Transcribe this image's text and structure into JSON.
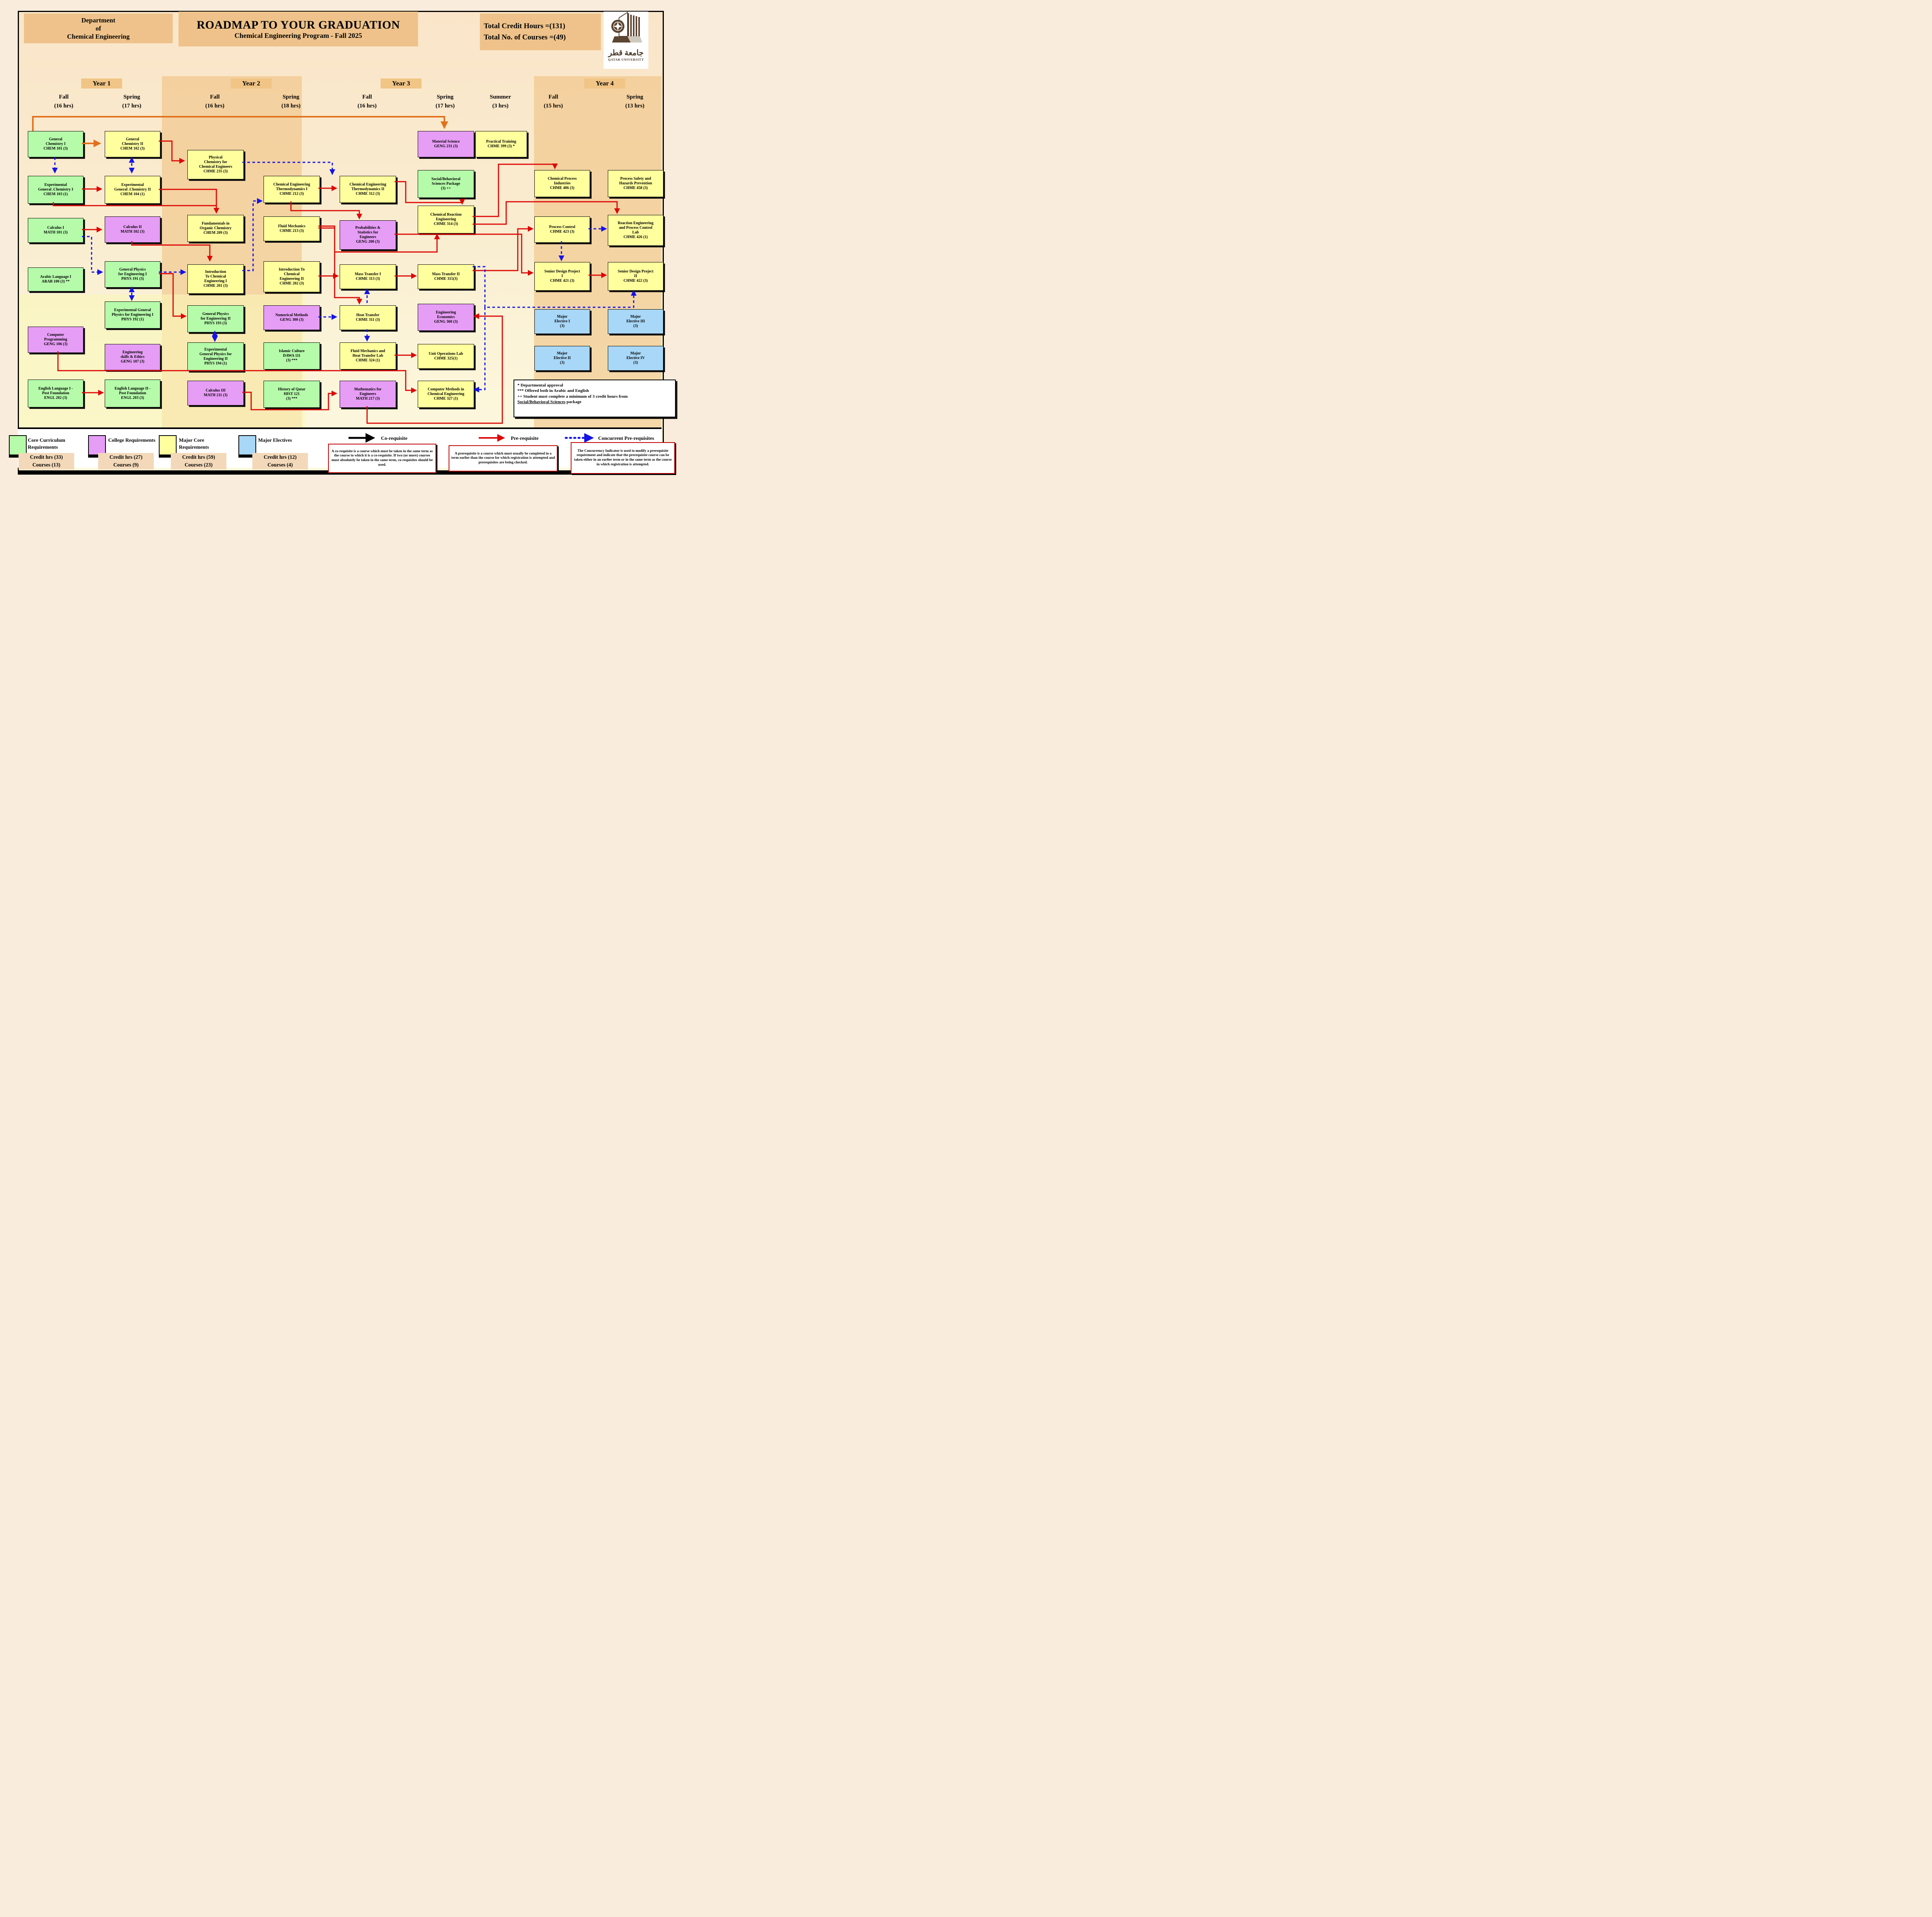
{
  "app": {
    "department": "Department\nof\nChemical Engineering",
    "title": "ROADMAP  TO YOUR GRADUATION",
    "subtitle": "Chemical Engineering Program - Fall 2025",
    "total_credit_hours": "Total Credit Hours =(131)",
    "total_courses": "Total No. of Courses =(49)",
    "logo_arabic": "جامعة قطر",
    "logo_english": "QATAR UNIVERSITY"
  },
  "years": [
    {
      "label": "Year 1",
      "semesters": [
        {
          "term": "Fall",
          "hours": "(16 hrs)"
        },
        {
          "term": "Spring",
          "hours": "(17 hrs)"
        }
      ]
    },
    {
      "label": "Year 2",
      "semesters": [
        {
          "term": "Fall",
          "hours": "(16 hrs)"
        },
        {
          "term": "Spring",
          "hours": "(18 hrs)"
        }
      ]
    },
    {
      "label": "Year 3",
      "semesters": [
        {
          "term": "Fall",
          "hours": "(16 hrs)"
        },
        {
          "term": "Spring",
          "hours": "(17 hrs)"
        },
        {
          "term": "Summer",
          "hours": "(3 hrs)"
        }
      ]
    },
    {
      "label": "Year 4",
      "semesters": [
        {
          "term": "Fall",
          "hours": "(15 hrs)"
        },
        {
          "term": "Spring",
          "hours": "(13 hrs)"
        }
      ]
    }
  ],
  "colors": {
    "core": "#b5fbaa",
    "college": "#e69df5",
    "major": "#ffff9e",
    "elective": "#a8d7f7",
    "red": "#dd0807",
    "blue": "#1414e6",
    "orange": "#e2711d",
    "black": "#000000",
    "header_orange": "#eec28a"
  },
  "courses": [
    {
      "id": "chem101",
      "category": "core",
      "text": "General\nChemistry I\nCHEM 101 (3)"
    },
    {
      "id": "chem103",
      "category": "core",
      "text": "Experimental\nGeneral .Chemistry I\nCHEM 103 (1)"
    },
    {
      "id": "math101",
      "category": "core",
      "text": "Calculus I\nMATH 101 (3)"
    },
    {
      "id": "arab100",
      "category": "core",
      "text": "Arabic Language I\nARAB 100 (3) **"
    },
    {
      "id": "geng106",
      "category": "college",
      "text": "Computer\nProgramming\nGENG 106 (3)"
    },
    {
      "id": "engl202",
      "category": "core",
      "text": "English Language I -\nPost Foundation\nENGL 202 (3)"
    },
    {
      "id": "chem102",
      "category": "major",
      "text": "General\nChemistry II\nCHEM 102 (3)"
    },
    {
      "id": "chem104",
      "category": "major",
      "text": "Experimental\nGeneral .Chemistry II\nCHEM 104 (1)"
    },
    {
      "id": "math102",
      "category": "college",
      "text": "Calculus II\nMATH 102 (3)"
    },
    {
      "id": "phys191",
      "category": "core",
      "text": "General Physics\nfor Engineering I\nPHYS 191 (3)"
    },
    {
      "id": "phys192",
      "category": "core",
      "text": "Experimental General\nPhysics for Engineering I\nPHYS 192 (1)"
    },
    {
      "id": "geng107",
      "category": "college",
      "text": "Engineering\nskills & Ethics\nGENG 107 (3)"
    },
    {
      "id": "engl203",
      "category": "core",
      "text": "English Language II -\nPost Foundation\nENGL 203 (3)"
    },
    {
      "id": "chme235",
      "category": "major",
      "text": "Physical\nChemistry for\nChemical Engineers\nCHME 235 (3)"
    },
    {
      "id": "chem209",
      "category": "major",
      "text": "Fundamentals in\nOrganic Chemistry\nCHEM 209 (3)"
    },
    {
      "id": "chme201",
      "category": "major",
      "text": "Introduction\nTo Chemical\nEngineering I\nCHME 201 (3)"
    },
    {
      "id": "phys193",
      "category": "core",
      "text": "General Physics\nfor Engineering II\nPHYS 193 (3)"
    },
    {
      "id": "phys194",
      "category": "core",
      "text": "Experimental\nGeneral Physics for\nEngineering II\nPHYS 194 (1)"
    },
    {
      "id": "math211",
      "category": "college",
      "text": "Calculus III\nMATH 211 (3)"
    },
    {
      "id": "chme212",
      "category": "major",
      "text": "Chemical Engineering\nThermodynamics I\nCHME 212 (3)"
    },
    {
      "id": "chme213",
      "category": "major",
      "text": "Fluid Mechanics\nCHME 213 (3)"
    },
    {
      "id": "chme202",
      "category": "major",
      "text": "Introduction To\nChemical\nEngineering II\nCHME 202 (3)"
    },
    {
      "id": "geng300",
      "category": "college",
      "text": "Numerical Methods\nGENG 300 (3)"
    },
    {
      "id": "dawa111",
      "category": "core",
      "text": "Islamic Culture\nDAWA 111\n(3) ***"
    },
    {
      "id": "hist121",
      "category": "core",
      "text": "History of Qatar\nHIST 121\n(3) ***"
    },
    {
      "id": "chme312",
      "category": "major",
      "text": "Chemical Engineering\nThermodynamics II\nCHME 312 (3)"
    },
    {
      "id": "geng200",
      "category": "college",
      "text": "Probabilities  &\nStatistics for\nEngineers\nGENG 200 (3)"
    },
    {
      "id": "chme313",
      "category": "major",
      "text": "Mass Transfer I\nCHME 313 (3)"
    },
    {
      "id": "chme311",
      "category": "major",
      "text": "Heat Transfer\nCHME 311 (3)"
    },
    {
      "id": "chme324",
      "category": "major",
      "text": "Fluid Mechanics and\nHeat Transfer Lab\nCHME 324 (1)"
    },
    {
      "id": "math217",
      "category": "college",
      "text": "Mathematics for\nEngineers\nMATH 217 (3)"
    },
    {
      "id": "geng231",
      "category": "college",
      "text": "Material Science\nGENG 231 (3)"
    },
    {
      "id": "socsci",
      "category": "core",
      "text": "Social/Behavioral\nSciences Package\n(3) ++"
    },
    {
      "id": "chme314",
      "category": "major",
      "text": "Chemical Reaction\nEngineering\nCHME 314 (3)"
    },
    {
      "id": "chme315",
      "category": "major",
      "text": "Mass Transfer II\nCHME 315(3)"
    },
    {
      "id": "geng360",
      "category": "college",
      "text": "Engineering\nEconomics\nGENG 360 (3)"
    },
    {
      "id": "chme325",
      "category": "major",
      "text": "Unit Operations Lab\nCHME 325(1)"
    },
    {
      "id": "chme327",
      "category": "major",
      "text": "Computer Methods in\nChemical Engineering\nCHME 327 (1)"
    },
    {
      "id": "chme399",
      "category": "major",
      "text": "Practical Training\nCHME 399 (3) *"
    },
    {
      "id": "chme406",
      "category": "major",
      "text": "Chemical Process\nIndustries\nCHME 406 (3)"
    },
    {
      "id": "chme423",
      "category": "major",
      "text": "Process Control\nCHME 423 (3)"
    },
    {
      "id": "chme421",
      "category": "major",
      "text": "Senior Design Project\nI\nCHME 421 (3)"
    },
    {
      "id": "melec1",
      "category": "elective",
      "text": "Major\nElective I\n(3)"
    },
    {
      "id": "melec2",
      "category": "elective",
      "text": "Major\nElective II\n(3)"
    },
    {
      "id": "chme458",
      "category": "major",
      "text": "Process Safety and\nHazards Prevention\nCHME 458 (3)"
    },
    {
      "id": "chme426",
      "category": "major",
      "text": "Reaction Engineering\nand Process Control\nLab\nCHME 426 (1)"
    },
    {
      "id": "chme422",
      "category": "major",
      "text": "Senior Design Project\nII\nCHME 422 (3)"
    },
    {
      "id": "melec3",
      "category": "elective",
      "text": "Major\nElective III\n(3)"
    },
    {
      "id": "melec4",
      "category": "elective",
      "text": "Major\nElective IV\n(3)"
    }
  ],
  "legend": {
    "categories": [
      {
        "key": "core",
        "label": "Core Curriculum Requirements",
        "credit": "Credit hrs (33)",
        "courses": "Courses (13)"
      },
      {
        "key": "college",
        "label": "College Requirements",
        "credit": "Credit hrs (27)",
        "courses": "Courses (9)"
      },
      {
        "key": "major",
        "label": "Major Core Requirements",
        "credit": "Credit hrs (59)",
        "courses": "Courses (23)"
      },
      {
        "key": "elective",
        "label": "Major Electives",
        "credit": "Credit hrs (12)",
        "courses": "Courses (4)"
      }
    ],
    "arrows": [
      {
        "key": "co",
        "label": "Co-requisite",
        "desc": "A co-requisite is a course which must be taken in the same term as the course to which it is a co-requisite. If two (or more) courses must absolutely be taken in the same term, co-requisites should be used."
      },
      {
        "key": "pre",
        "label": "Pre-requisite",
        "desc": "A prerequisite is a course which must usually be completed in a term  earlier than the course for which  registration is attempted and prerequisites are being checked."
      },
      {
        "key": "conc",
        "label": "Concurrent Pre-requisites",
        "desc": "The Concurrency Indicator is used to modify a prerequisite requirement and indicate that the prerequisite course can be taken either in an earlier term or in the same term as the course in which registration is attempted."
      }
    ]
  },
  "notes": {
    "line1": "* Departmental approval",
    "line2": "*** Offered both in Arabic and English",
    "line3": "++ Student must complete a minimum of 3 credit hours from",
    "line4_underlined": "Social/Behavioral Sciences",
    "line4_rest": " package"
  }
}
